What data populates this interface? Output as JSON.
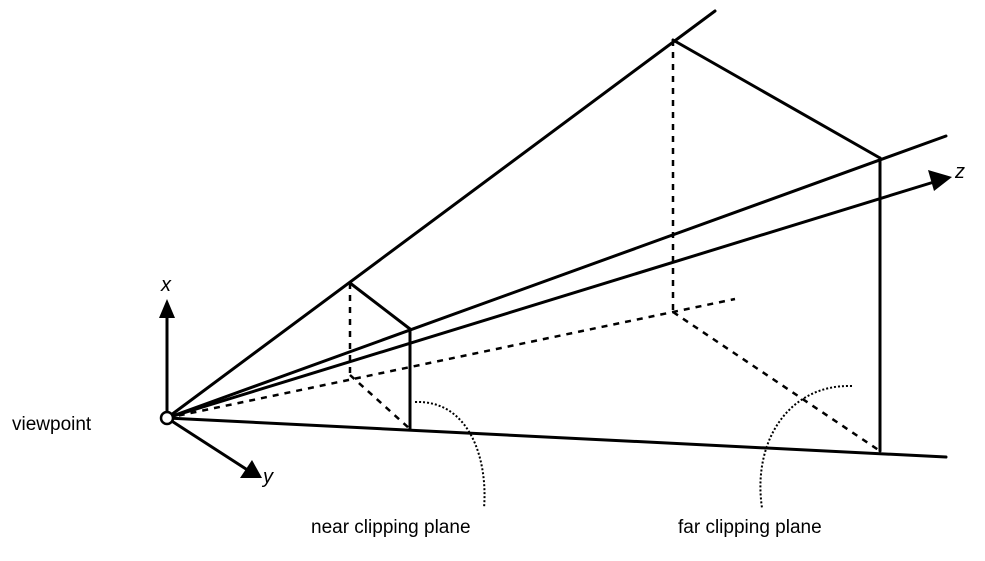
{
  "labels": {
    "viewpoint": "viewpoint",
    "near_plane": "near clipping plane",
    "far_plane": "far clipping plane"
  },
  "axes": {
    "x": "x",
    "y": "y",
    "z": "z"
  }
}
